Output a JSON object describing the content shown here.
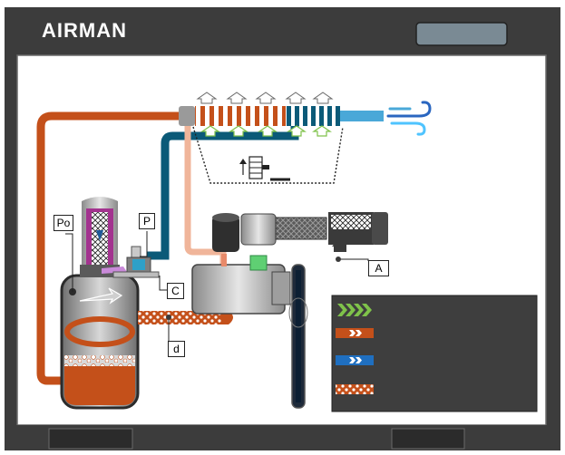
{
  "brand": "AIRMAN",
  "labels": {
    "po": "Po",
    "p": "P",
    "c": "C",
    "d": "d",
    "a": "A"
  },
  "legend": [
    {
      "icon": "air-chevrons-green"
    },
    {
      "icon": "hot-oil-arrows-orange"
    },
    {
      "icon": "cooled-oil-arrows-blue"
    },
    {
      "icon": "air-oil-mixture-arrows"
    }
  ],
  "colors": {
    "frame": "#3c3c3c",
    "hot_oil": "#c4501a",
    "cooled_oil": "#0b5a78",
    "warm_line": "#f0b59a",
    "air_line": "#4aa8d8",
    "accent_green": "#7fc24a",
    "legend_bg": "#3e3e3e"
  }
}
